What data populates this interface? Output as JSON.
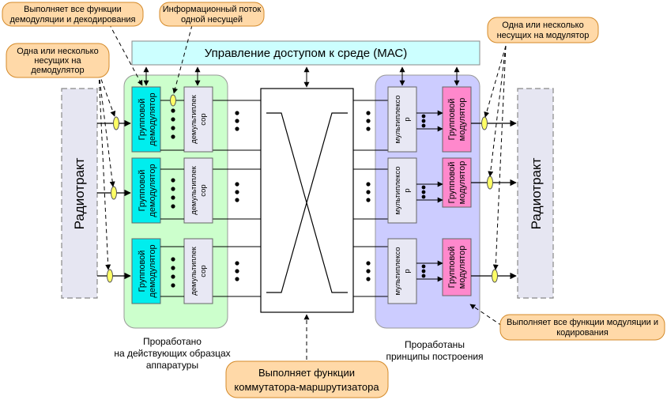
{
  "diagram": {
    "mac_label": "Управление доступом к среде (МАС)",
    "radio_left": "Радиотракт",
    "radio_right": "Радиотракт",
    "demod_label": [
      "Групповой",
      "демодулятор"
    ],
    "demux_label": [
      "демультиплек",
      "сор"
    ],
    "mux_label": [
      "мультиплексо",
      "р"
    ],
    "mod_label": [
      "Групповой",
      "модулятор"
    ],
    "caption_left": [
      "Проработано",
      "на действующих  образцах",
      "аппаратуры"
    ],
    "caption_right": [
      "Проработаны",
      "принципы построения"
    ],
    "callouts": {
      "demod_functions": [
        "Выполняет все функции",
        "демодуляции и декодирования"
      ],
      "info_stream": [
        "Информационный поток",
        "одной несущей"
      ],
      "carriers_demod": [
        "Одна или несколько",
        "несущих на",
        "демодулятор"
      ],
      "carriers_mod": [
        "Одна или несколько",
        "несущих на модулятор"
      ],
      "mod_functions": [
        "Выполняет все функции модуляции и",
        "кодирования"
      ],
      "switch_functions": [
        "Выполняет функции",
        "коммутатора-маршрутизатора"
      ]
    },
    "colors": {
      "mac_fill": "#ccffff",
      "left_group": "#ccffcc",
      "right_group": "#ccccff",
      "demod": "#00eeee",
      "mod": "#ff88cc",
      "block_gray": "#e8e8f4",
      "callout": "#ffd9a8",
      "callout_border": "#d48a2a",
      "radio": "#e6e6f2"
    }
  }
}
